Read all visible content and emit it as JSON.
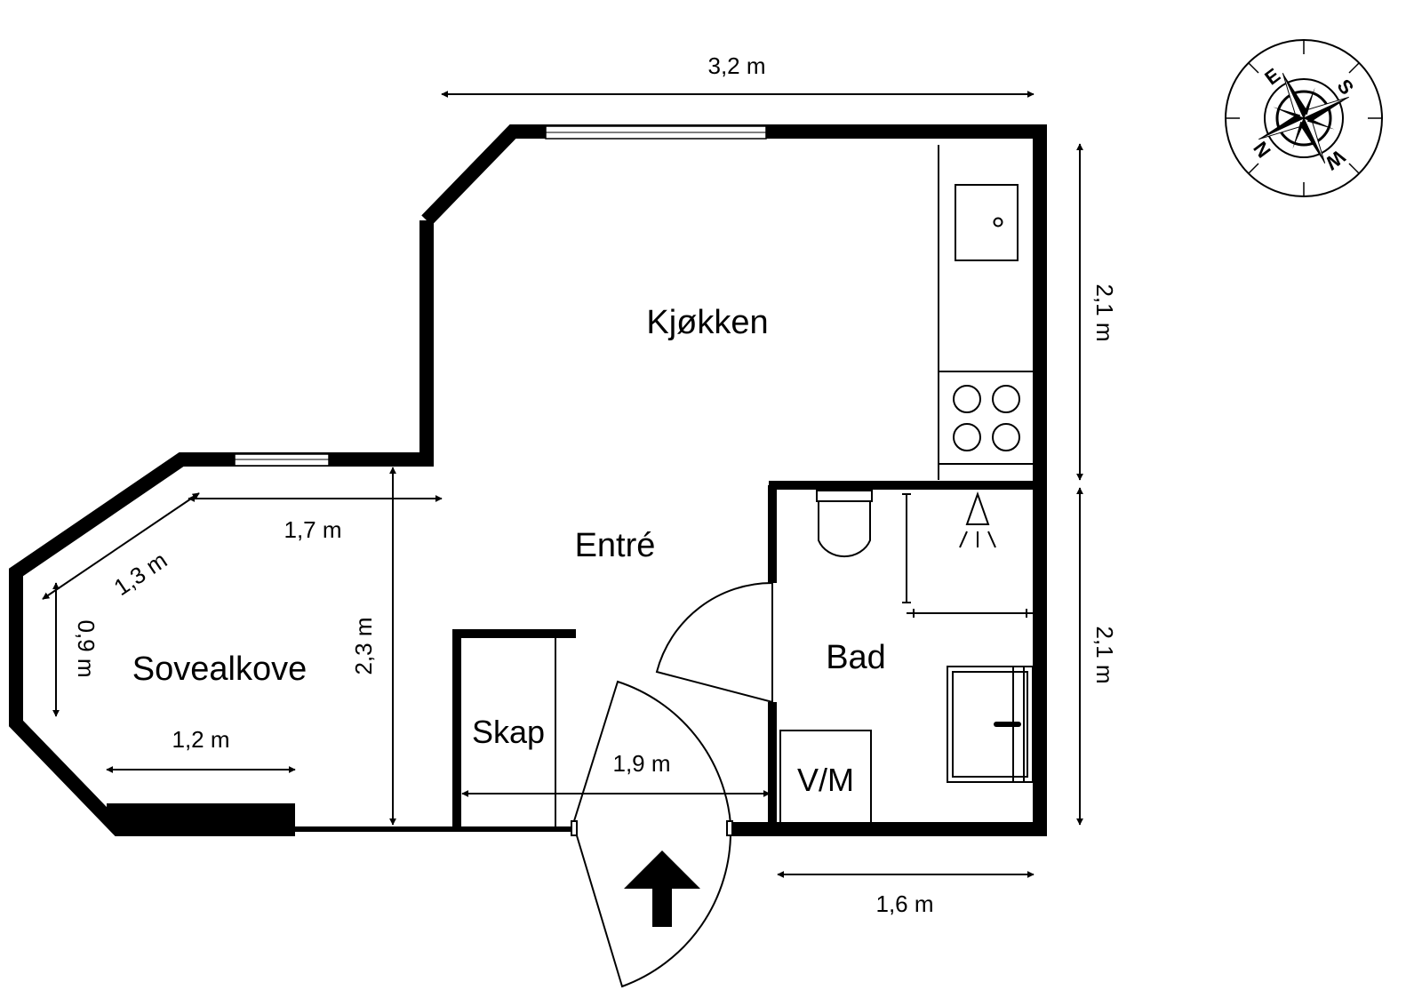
{
  "rooms": {
    "kitchen": "Kjøkken",
    "entrance": "Entré",
    "bedroom_alcove": "Sovealkove",
    "closet": "Skap",
    "bathroom": "Bad",
    "laundry": "V/M"
  },
  "dimensions": {
    "top_width": "3,2 m",
    "right_upper": "2,1 m",
    "right_lower": "2,1 m",
    "bottom_bath": "1,6 m",
    "alcove_top": "1,7 m",
    "alcove_diagonal": "1,3 m",
    "alcove_side": "0,9 m",
    "alcove_height": "2,3 m",
    "alcove_bottom": "1,2 m",
    "entrance_width": "1,9 m"
  },
  "compass": {
    "letters": [
      "E",
      "S",
      "N",
      "W"
    ],
    "icon": "compass-rose-icon"
  },
  "entrance_marker": {
    "icon": "entry-arrow-icon"
  },
  "colors": {
    "wall": "#000000",
    "background": "#ffffff"
  }
}
